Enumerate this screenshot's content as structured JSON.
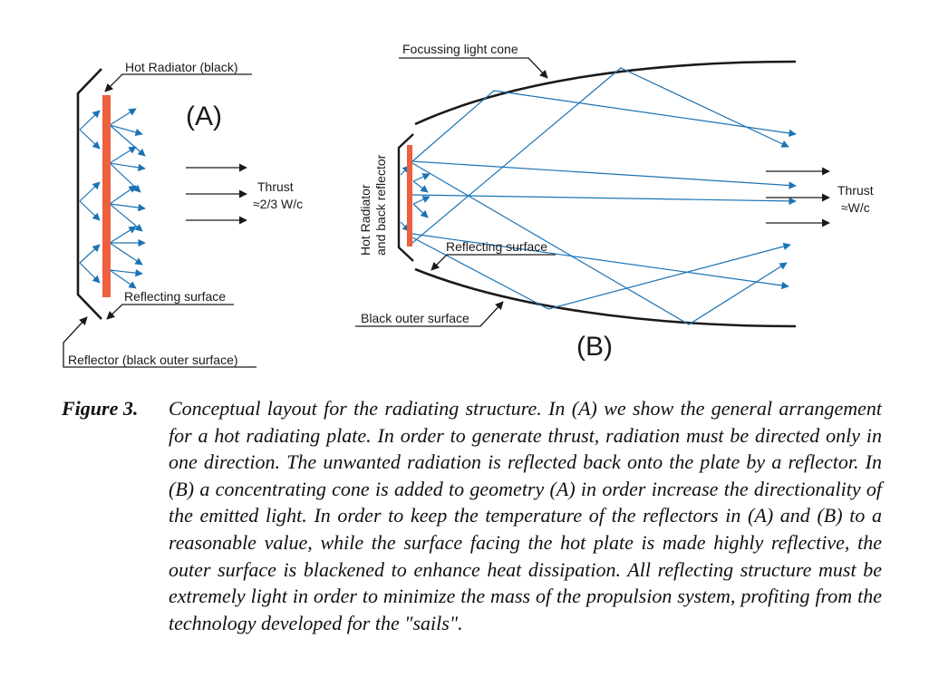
{
  "figure": {
    "panel_a": {
      "label": "(A)",
      "hot_radiator": "Hot Radiator (black)",
      "reflecting_surface": "Reflecting surface",
      "reflector": "Reflector (black outer surface)",
      "thrust": "Thrust",
      "thrust_value": "≈2/3 W/c"
    },
    "panel_b": {
      "label": "(B)",
      "cone": "Focussing light cone",
      "radiator_line1": "Hot Radiator",
      "radiator_line2": "and back reflector",
      "reflecting_surface": "Reflecting surface",
      "black_outer": "Black outer surface",
      "thrust": "Thrust",
      "thrust_value": "≈W/c"
    },
    "colors": {
      "radiator": "#ee5f3f",
      "ray": "#1a73b5",
      "line": "#1a1a1a"
    }
  },
  "caption": {
    "label": "Figure 3.",
    "text": "Conceptual layout for the radiating structure. In (A) we show the general arrangement for a hot radiating plate. In order to generate thrust, radiation must be directed only in one direction. The unwanted radiation is reflected back onto the plate by a reflector.  In (B) a concentrating cone is added to geometry (A) in order increase the directionality of the emitted light. In order to keep the temperature of the reflectors in (A) and (B) to a reasonable value, while the surface facing the hot plate is made highly reflective, the outer surface is blackened to enhance heat dissipation. All reflecting structure must be extremely light in order to minimize the mass of the propulsion system, profiting from the technology developed for the \"sails\"."
  }
}
